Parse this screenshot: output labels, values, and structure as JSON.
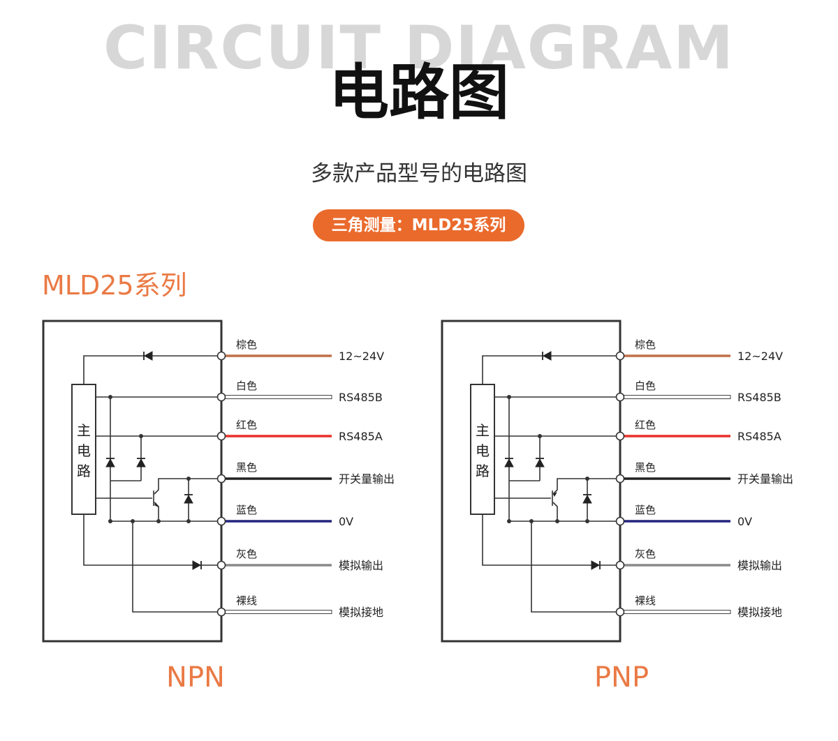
{
  "header": {
    "bg_title": "CIRCUIT DIAGRAM",
    "title": "电路图",
    "subtitle": "多款产品型号的电路图",
    "badge": "三角测量：MLD25系列"
  },
  "series_title": "MLD25系列",
  "main_circuit_label": [
    "主",
    "电",
    "路"
  ],
  "wires": [
    {
      "color_name": "棕色",
      "signal": "12~24V",
      "color": "#c0704a"
    },
    {
      "color_name": "白色",
      "signal": "RS485B",
      "color": "#ffffff"
    },
    {
      "color_name": "红色",
      "signal": "RS485A",
      "color": "#e8302a"
    },
    {
      "color_name": "黑色",
      "signal": "开关量输出",
      "color": "#222222"
    },
    {
      "color_name": "蓝色",
      "signal": "0V",
      "color": "#23237e"
    },
    {
      "color_name": "灰色",
      "signal": "模拟输出",
      "color": "#8a8a8a"
    },
    {
      "color_name": "裸线",
      "signal": "模拟接地",
      "color": "#ffffff"
    }
  ],
  "variants": [
    {
      "id": "npn",
      "label": "NPN"
    },
    {
      "id": "pnp",
      "label": "PNP"
    }
  ]
}
